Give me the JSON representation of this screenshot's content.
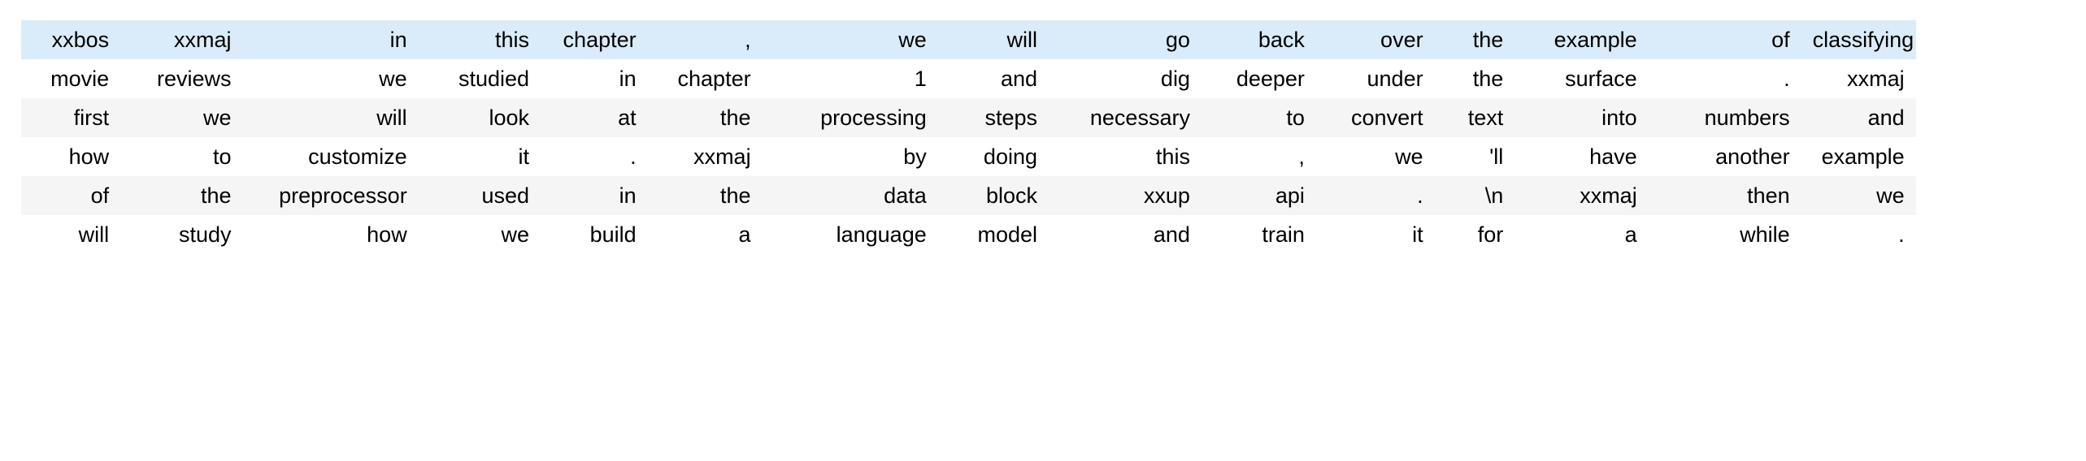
{
  "table": {
    "name": "tokenized-text-batch",
    "column_count": 16,
    "row_count": 6,
    "colors": {
      "highlight_row_bg": "#daebfa",
      "stripe_bg": "#f5f5f5",
      "plain_bg": "#ffffff",
      "text": "#000000",
      "page_bg": "#ffffff"
    },
    "column_widths_pct": [
      5.2,
      6.4,
      9.2,
      6.4,
      5.6,
      6.0,
      9.2,
      5.8,
      8.0,
      6.0,
      6.2,
      4.2,
      7.0,
      8.0,
      6.0,
      7.8
    ],
    "rows": [
      {
        "index": 0,
        "style": "highlight",
        "cells": [
          "xxbos",
          "xxmaj",
          "in",
          "this",
          "chapter",
          ",",
          "we",
          "will",
          "go",
          "back",
          "over",
          "the",
          "example",
          "of",
          "classifying"
        ]
      },
      {
        "index": 1,
        "style": "plain",
        "cells": [
          "movie",
          "reviews",
          "we",
          "studied",
          "in",
          "chapter",
          "1",
          "and",
          "dig",
          "deeper",
          "under",
          "the",
          "surface",
          ".",
          "xxmaj"
        ]
      },
      {
        "index": 2,
        "style": "stripe",
        "cells": [
          "first",
          "we",
          "will",
          "look",
          "at",
          "the",
          "processing",
          "steps",
          "necessary",
          "to",
          "convert",
          "text",
          "into",
          "numbers",
          "and"
        ]
      },
      {
        "index": 3,
        "style": "plain",
        "cells": [
          "how",
          "to",
          "customize",
          "it",
          ".",
          "xxmaj",
          "by",
          "doing",
          "this",
          ",",
          "we",
          "'ll",
          "have",
          "another",
          "example"
        ]
      },
      {
        "index": 4,
        "style": "stripe",
        "cells": [
          "of",
          "the",
          "preprocessor",
          "used",
          "in",
          "the",
          "data",
          "block",
          "xxup",
          "api",
          ".",
          "\\n",
          "xxmaj",
          "then",
          "we"
        ]
      },
      {
        "index": 5,
        "style": "plain",
        "cells": [
          "will",
          "study",
          "how",
          "we",
          "build",
          "a",
          "language",
          "model",
          "and",
          "train",
          "it",
          "for",
          "a",
          "while",
          "."
        ]
      }
    ]
  }
}
